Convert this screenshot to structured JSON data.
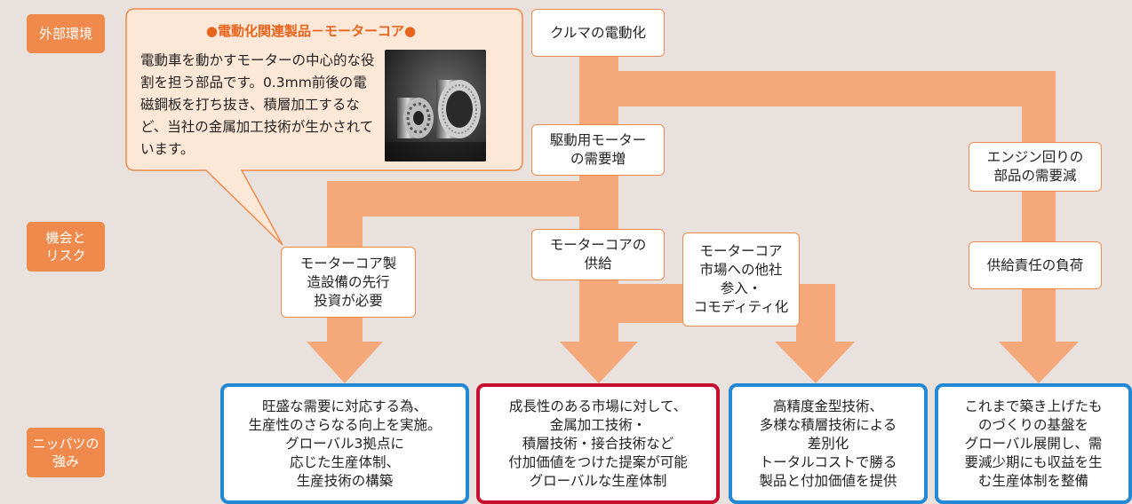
{
  "row_labels": {
    "environment": "外部環境",
    "opportunity": "機会と\nリスク",
    "strength": "ニッパツの\n強み"
  },
  "callout": {
    "title": "●電動化関連製品－モーターコア●",
    "text": "電動車を動かすモーターの中心的な役割を担う部品です。0.3mm前後の電磁鋼板を打ち抜き、積層加工するなど、当社の金属加工技術が生かされています。",
    "image_icon": "motor-core-photo"
  },
  "nodes": {
    "electrification": "クルマの電動化",
    "motor_demand": "駆動用モーター\nの需要増",
    "engine_decline": "エンジン回りの\n部品の需要減",
    "equipment_investment": "モーターコア製\n造設備の先行\n投資が必要",
    "core_supply": "モーターコアの\n供給",
    "competition": "モーターコア\n市場への他社\n参入・\nコモディティ化",
    "supply_burden": "供給責任の負荷"
  },
  "strengths": [
    "旺盛な需要に対応する為、\n生産性のさらなる向上を実施。\nグローバル3拠点に\n応じた生産体制、\n生産技術の構築",
    "成長性のある市場に対して、\n金属加工技術・\n積層技術・接合技術など\n付加価値をつけた提案が可能\nグローバルな生産体制",
    "高精度金型技術、\n多様な積層技術による\n差別化\nトータルコストで勝る\n製品と付加価値を提供",
    "これまで築き上げたも\nのづくりの基盤を\nグローバル展開し、需\n要減少期にも収益を生\nむ生産体制を整備"
  ],
  "colors": {
    "arrow": "#f5a97a",
    "label_bg": "#ef8a4c",
    "blue_border": "#2389d4",
    "red_border": "#c8102e",
    "background": "#e8e1dd"
  }
}
